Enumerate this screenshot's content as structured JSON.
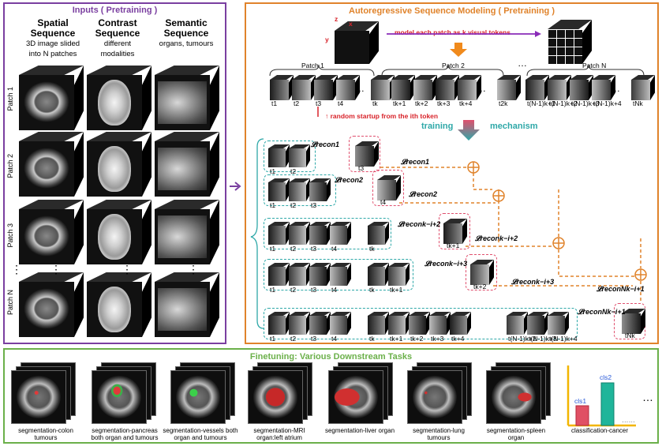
{
  "inputs": {
    "title": "Inputs ( Pretraining )",
    "columns": [
      {
        "heading": "Spatial Sequence",
        "sub": "3D image slided into N patches"
      },
      {
        "heading": "Contrast Sequence",
        "sub": "different modalities"
      },
      {
        "heading": "Semantic Sequence",
        "sub": "organs, tumours"
      }
    ],
    "rows": [
      "Patch 1",
      "Patch 2",
      "Patch 3",
      "Patch N"
    ],
    "ellipsis": "⋮"
  },
  "autoregressive": {
    "title": "Autoregressive Sequence Modeling ( Pretraining )",
    "axis_labels": [
      "z",
      "x",
      "y"
    ],
    "model_text": "model each patch as k visual tokens",
    "patch_labels": [
      "Patch 1",
      "Patch 2",
      "Patch N"
    ],
    "top_tokens": [
      "t1",
      "t2",
      "t3",
      "t4",
      "…",
      "tk",
      "tk+1",
      "tk+2",
      "tk+3",
      "tk+4",
      "…",
      "t2k",
      "t(N-1)k+1",
      "t(N-1)k+2",
      "t(N-1)k+3",
      "t(N-1)k+4",
      "…",
      "tNk"
    ],
    "startup_text": "random startup from the ith token",
    "training_label": "training",
    "mechanism_label": "mechanism",
    "rows": [
      {
        "context": [
          "t1",
          "t2"
        ],
        "target": "t3",
        "loss": "𝓛recon1"
      },
      {
        "context": [
          "t1",
          "t2",
          "t3"
        ],
        "target": "t4",
        "loss": "𝓛recon2"
      },
      {
        "context": [
          "t1",
          "t2",
          "t3",
          "t4",
          "tk"
        ],
        "target": "tk+1",
        "loss": "𝓛reconk−i+2"
      },
      {
        "context": [
          "t1",
          "t2",
          "t3",
          "t4",
          "tk",
          "tk+1"
        ],
        "target": "tk+2",
        "loss": "𝓛reconk−i+3"
      },
      {
        "context": [
          "t1",
          "t2",
          "t3",
          "t4",
          "tk",
          "tk+1",
          "tk+2",
          "tk+3",
          "tk+4",
          "t(N-1)k+2",
          "t(N-1)k+3",
          "t(N-1)k+4"
        ],
        "target": "tNk",
        "loss": "𝓛reconNk−i+1"
      }
    ],
    "sum_losses": [
      "𝓛recon1",
      "𝓛recon2",
      "𝓛reconk−i+2",
      "𝓛reconk−i+3",
      "𝓛reconNk−i+1"
    ]
  },
  "finetuning": {
    "title": "Finetuning:  Various Downstream Tasks",
    "tasks": [
      "segmentation-colon tumours",
      "segmentation-pancreas both organ and tumours",
      "segmentation-vessels both organ and tumours",
      "segmentation-MRI organ:left atrium",
      "segmentation-liver organ",
      "segmentation-lung tumours",
      "segmentation-spleen organ",
      "classification-cancer"
    ],
    "bar_labels": [
      "cls1",
      "cls2",
      "……"
    ],
    "more": "…"
  },
  "colors": {
    "purple": "#7a3fa0",
    "orange": "#e0832b",
    "green": "#6bb04a",
    "teal": "#2ea8a8",
    "pink": "#e0506e",
    "red": "#d8232a"
  }
}
